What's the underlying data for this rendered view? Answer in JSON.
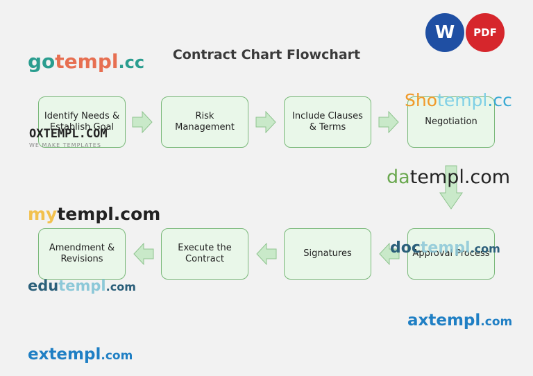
{
  "title": "Contract Chart Flowchart",
  "badges": {
    "word": "W",
    "pdf": "PDF",
    "word_color": "#1f4fa3",
    "pdf_color": "#d6262c"
  },
  "steps": [
    "Identify Needs & Establish Goal",
    "Risk Management",
    "Include Clauses & Terms",
    "Negotiation",
    "Approval Process",
    "Signatures",
    "Execute the Contract",
    "Amendment & Revisions"
  ],
  "colors": {
    "box_fill": "#e9f7e9",
    "box_border": "#79b879",
    "arrow_fill": "#c9e9c9",
    "arrow_border": "#8fc48f"
  },
  "watermarks": {
    "gotempl": {
      "a": "go",
      "b": "templ",
      "c": ".cc"
    },
    "shotempl": {
      "a": "Sho",
      "b": "templ",
      "c": ".cc"
    },
    "oxtempl": {
      "a": "OXTEMPL.COM",
      "b": "WE MAKE TEMPLATES"
    },
    "datempl": {
      "a": "da",
      "b": "templ",
      "c": ".com"
    },
    "mytempl": {
      "a": "my",
      "b": "templ",
      "c": ".com"
    },
    "doctempl": {
      "a": "doc",
      "b": "templ",
      "c": ".com"
    },
    "edutempl": {
      "a": "edu",
      "b": "templ",
      "c": ".com"
    },
    "axtempl": {
      "a": "ax",
      "b": "templ",
      "c": ".com"
    },
    "extempl": {
      "a": "ex",
      "b": "templ",
      "c": ".com"
    }
  }
}
